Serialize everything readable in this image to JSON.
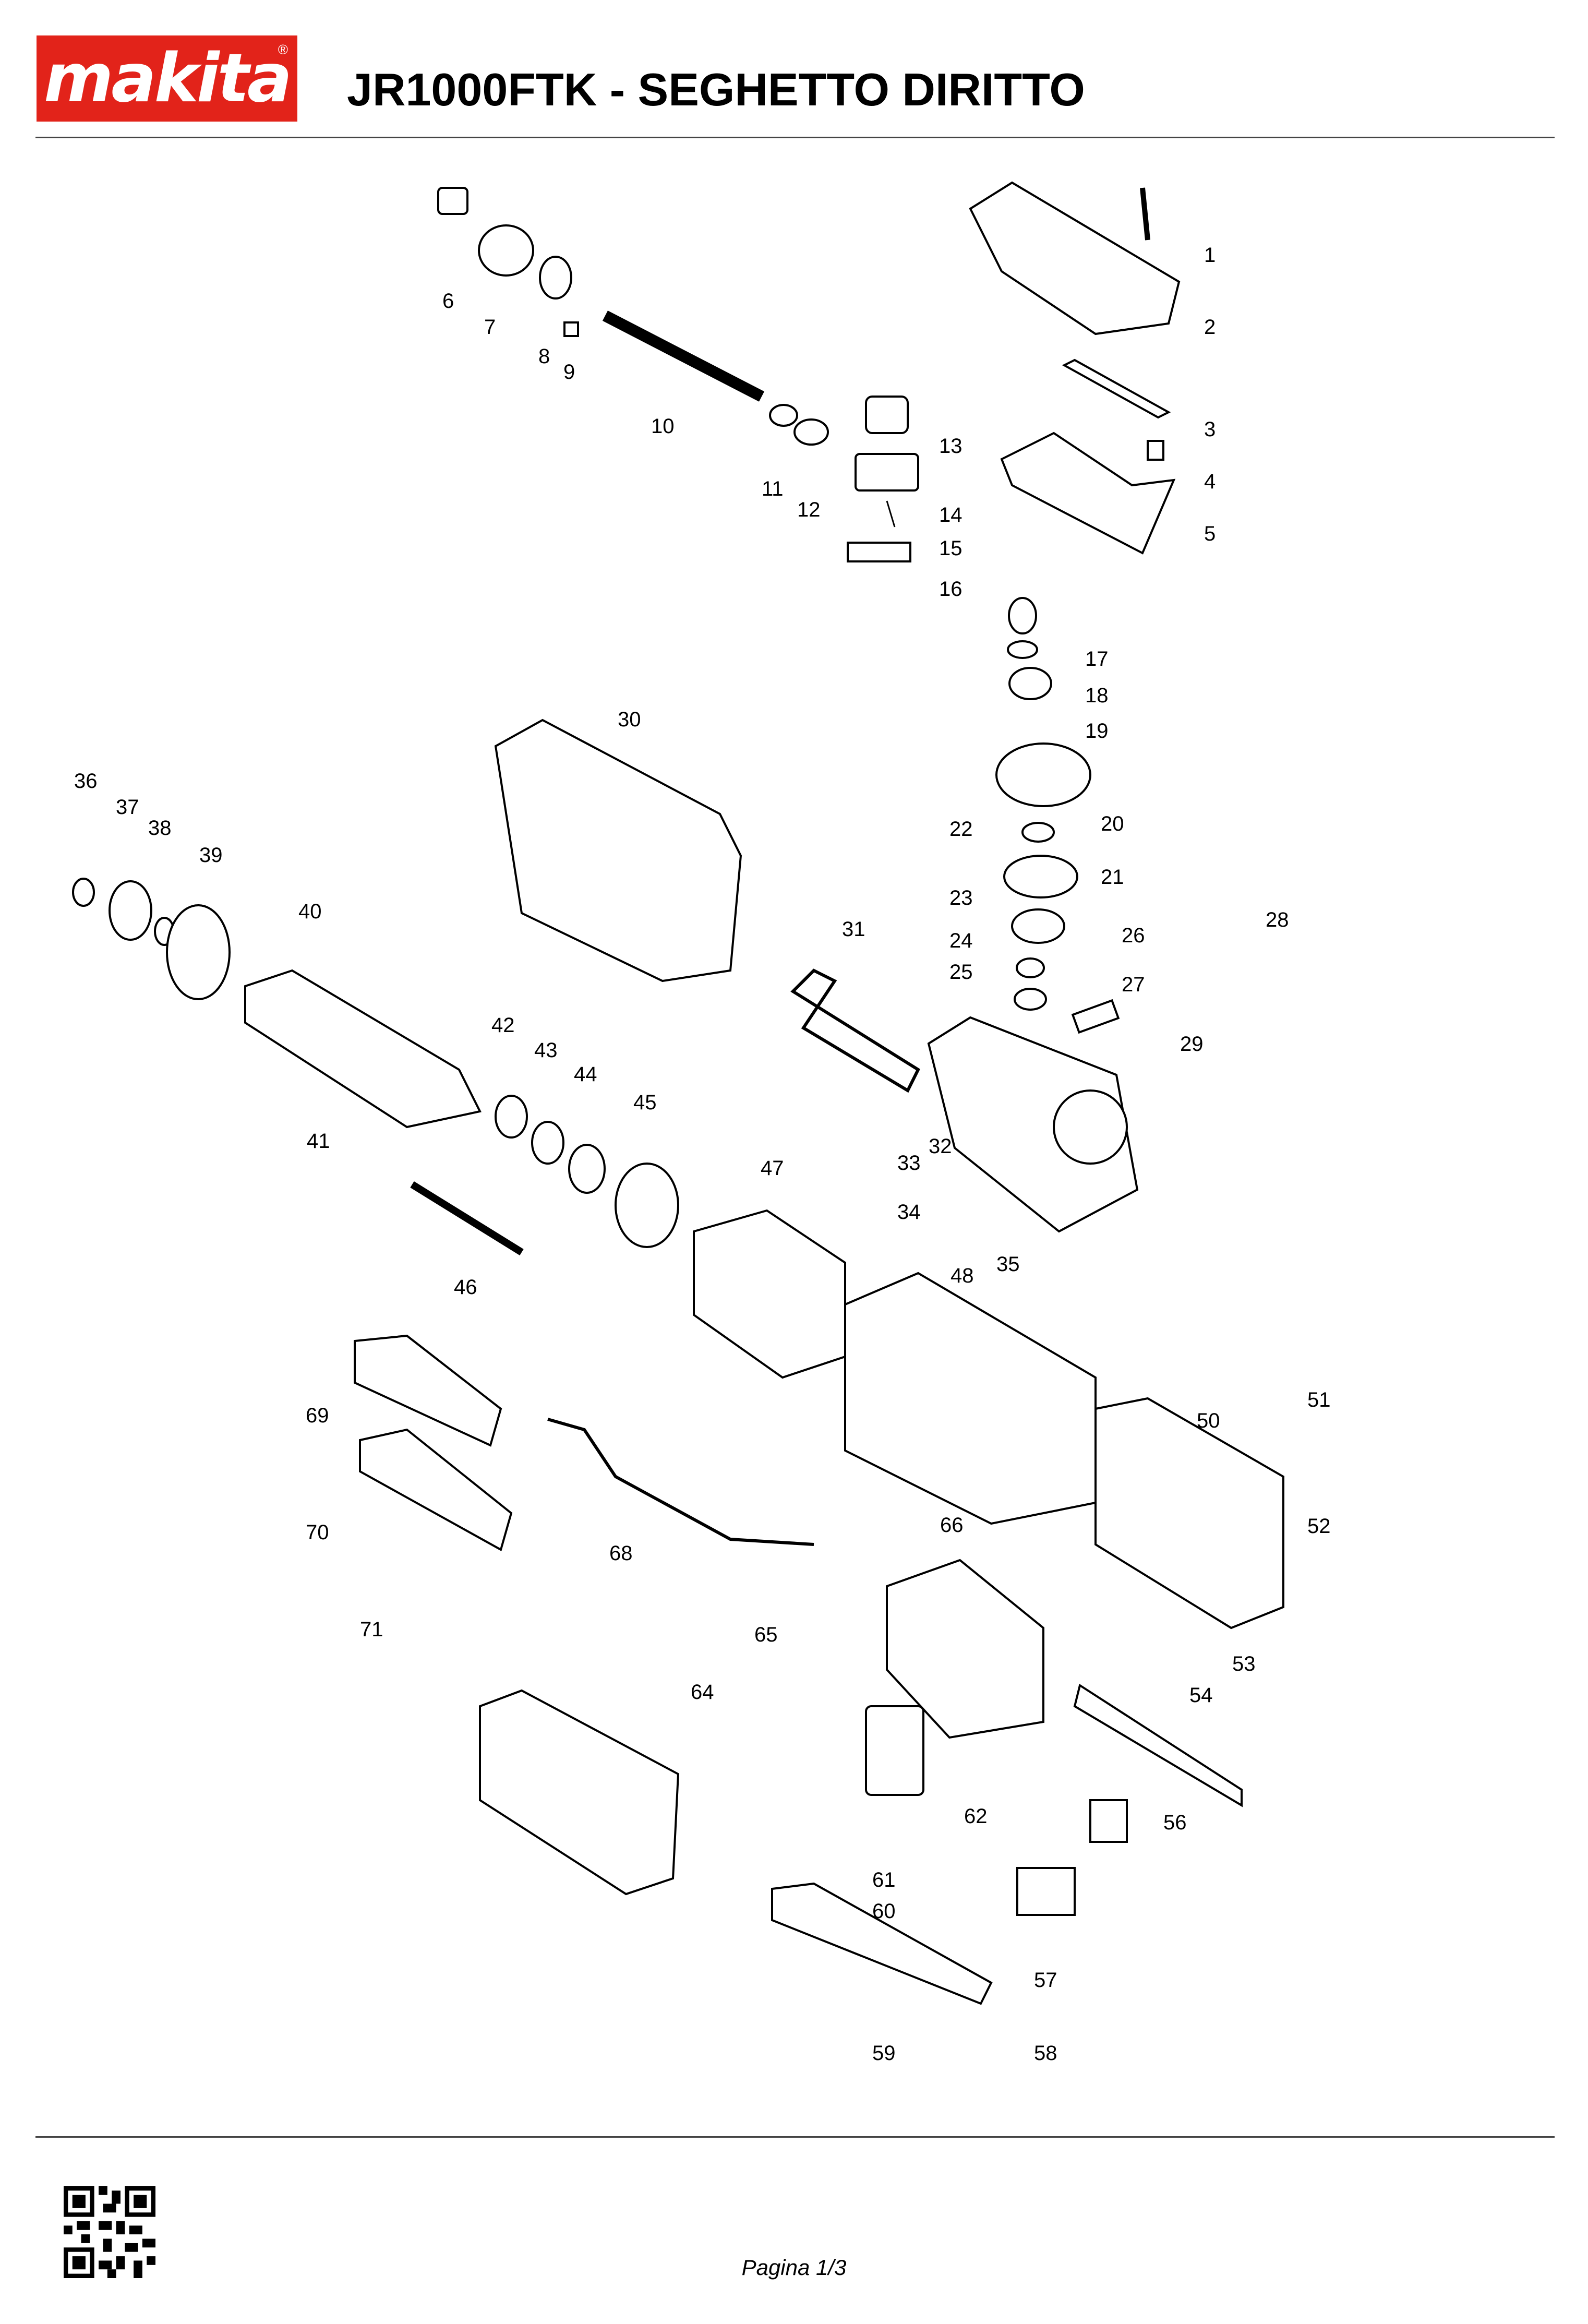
{
  "header": {
    "brand": "makita",
    "title": "JR1000FTK - SEGHETTO DIRITTO",
    "brand_color": "#e2231a"
  },
  "diagram": {
    "callouts": [
      "1",
      "2",
      "3",
      "4",
      "5",
      "6",
      "7",
      "8",
      "9",
      "10",
      "11",
      "12",
      "13",
      "14",
      "15",
      "16",
      "17",
      "18",
      "19",
      "20",
      "21",
      "22",
      "23",
      "24",
      "25",
      "26",
      "27",
      "28",
      "29",
      "30",
      "31",
      "32",
      "33",
      "34",
      "35",
      "36",
      "37",
      "38",
      "39",
      "40",
      "41",
      "42",
      "43",
      "44",
      "45",
      "46",
      "47",
      "48",
      "50",
      "51",
      "52",
      "53",
      "54",
      "56",
      "57",
      "58",
      "59",
      "60",
      "61",
      "62",
      "64",
      "65",
      "66",
      "68",
      "69",
      "70",
      "71"
    ]
  },
  "footer": {
    "qr_icon": "qr-code-icon",
    "page": "Pagina 1/3"
  }
}
